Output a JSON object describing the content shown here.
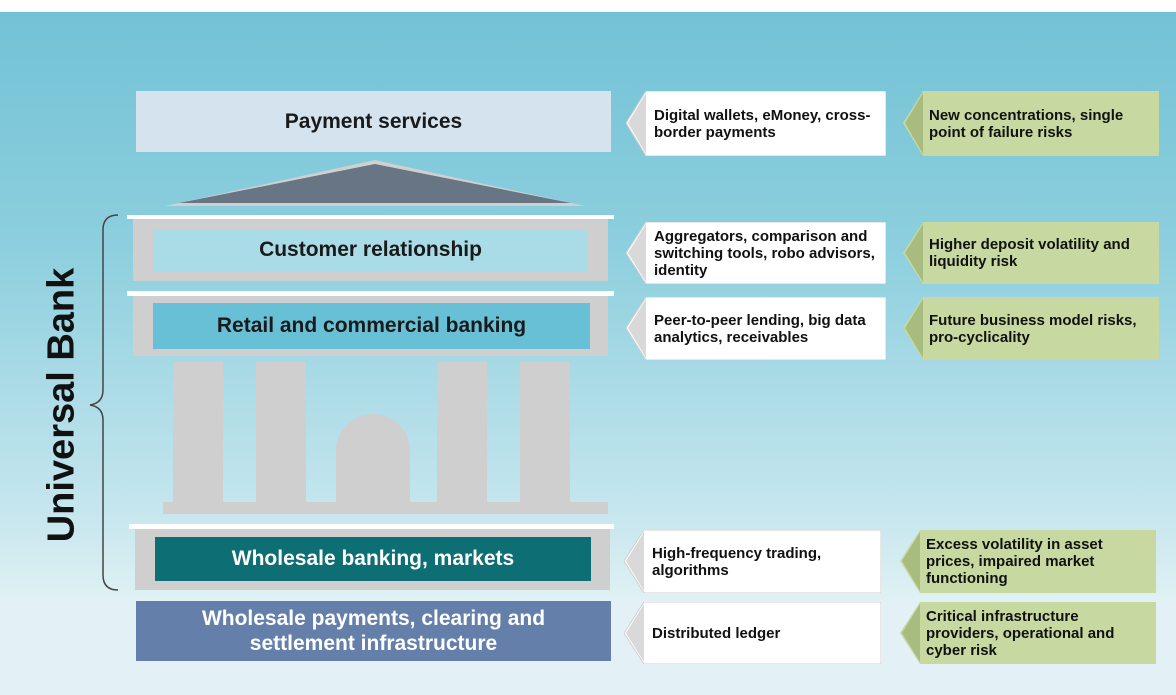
{
  "side_label": "Universal Bank",
  "layers": [
    {
      "label": "Payment services",
      "color": "#d4e3ee",
      "text_color": "#1a1a1a"
    },
    {
      "label": "Customer relationship",
      "color": "#a9dce6",
      "text_color": "#1a1a1a"
    },
    {
      "label": "Retail and commercial banking",
      "color": "#67c0d5",
      "text_color": "#1a1a1a"
    },
    {
      "label": "Wholesale banking, markets",
      "color": "#0d6e74",
      "text_color": "#ffffff"
    },
    {
      "label": "Wholesale payments, clearing and settlement infrastructure",
      "color": "#657fab",
      "text_color": "#ffffff"
    }
  ],
  "innovations": [
    "Digital wallets, eMoney, cross-border payments",
    "Aggregators, comparison and switching tools, robo advisors, identity",
    "Peer-to-peer lending, big data analytics, receivables",
    "High-frequency trading, algorithms",
    "Distributed ledger"
  ],
  "risks": [
    "New concentrations, single point of failure risks",
    "Higher deposit volatility and liquidity risk",
    "Future business model risks, pro-cyclicality",
    "Excess volatility in asset prices, impaired market functioning",
    "Critical infrastructure providers, operational and cyber risk"
  ],
  "colors": {
    "building_gray": "#cfcfcf",
    "roof": "#677585",
    "risk_box": "#c7d9a0",
    "innovation_box": "#ffffff"
  }
}
